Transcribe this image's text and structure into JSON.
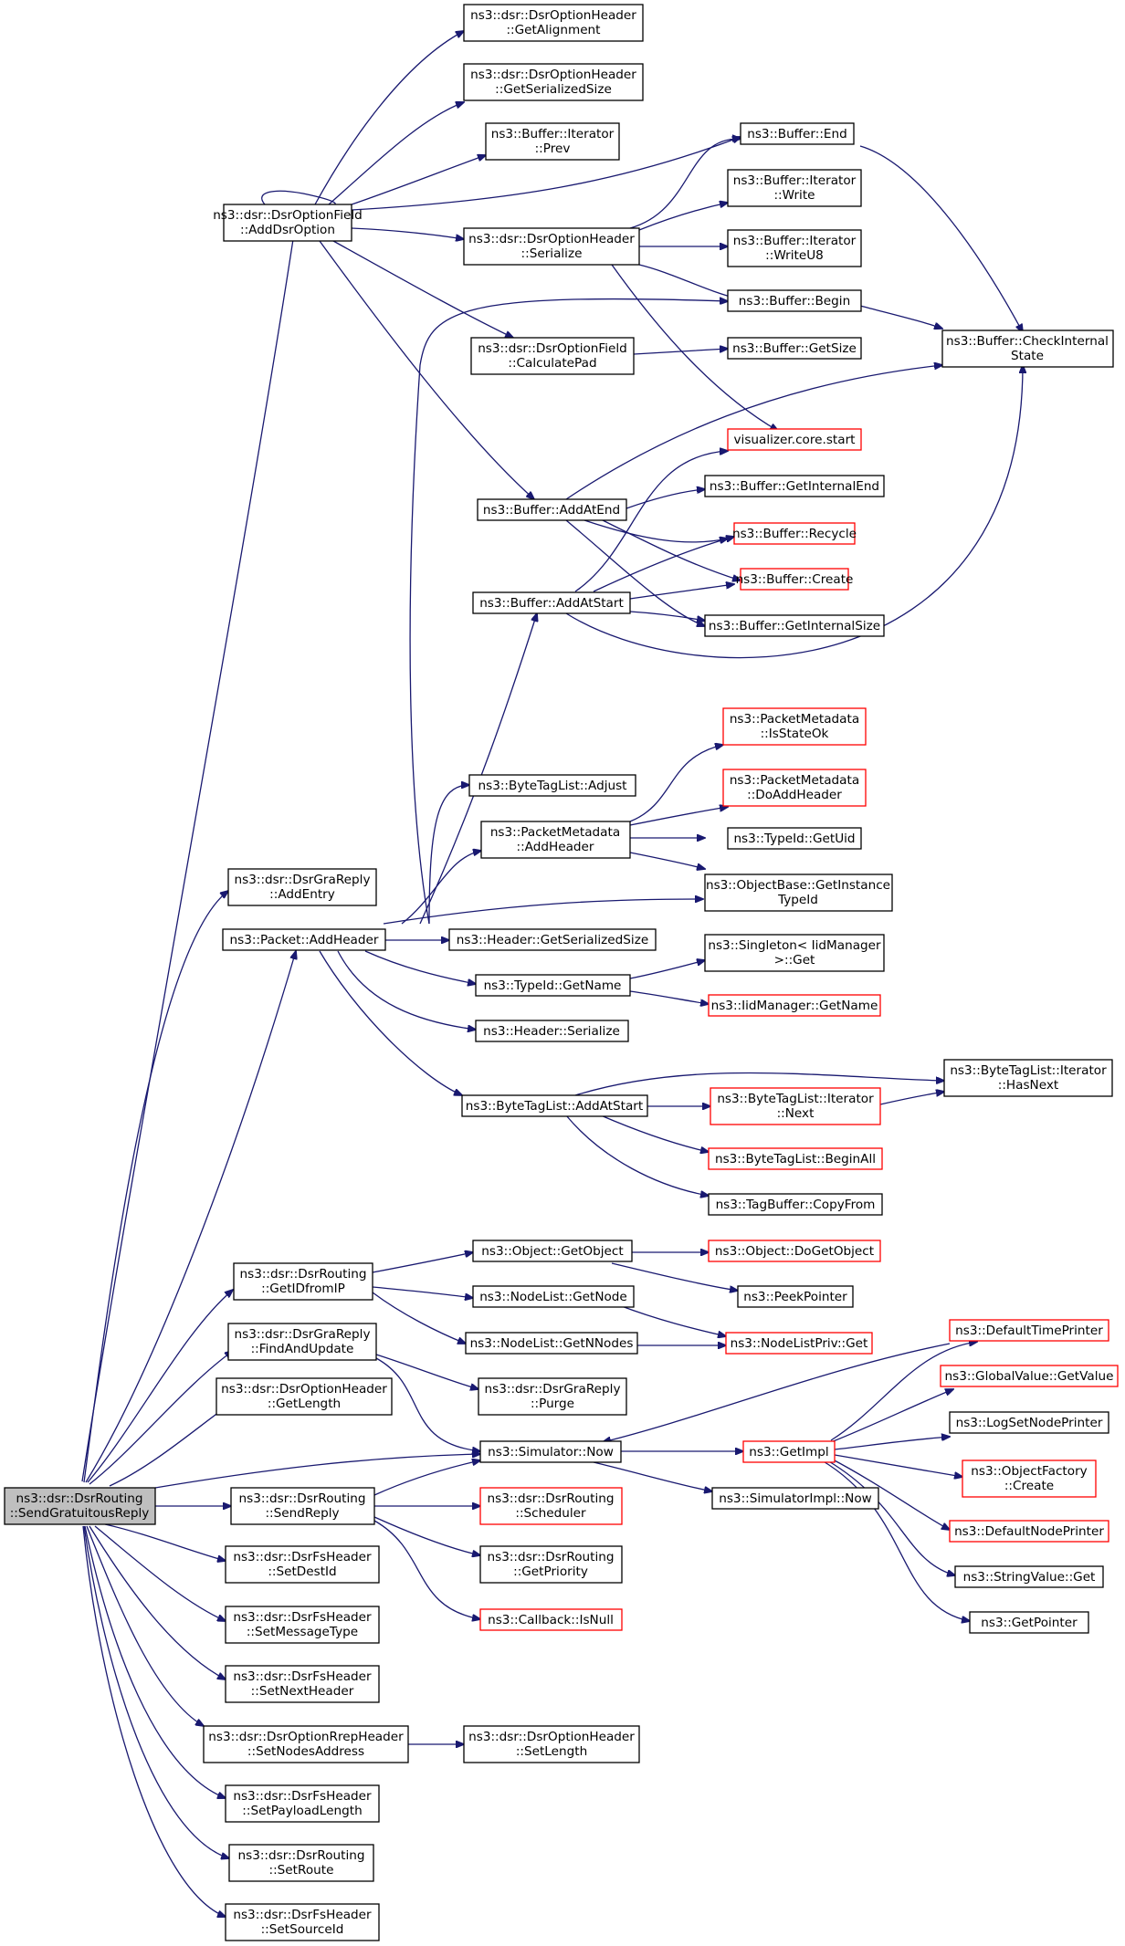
{
  "colors": {
    "edge": "#191970",
    "border": "#000000",
    "border_incomplete": "#ff0000",
    "root_fill": "#bfbfbf"
  },
  "nodes": {
    "root": [
      "ns3::dsr::DsrRouting",
      "::SendGratuitousReply"
    ],
    "addDsrOption": [
      "ns3::dsr::DsrOptionField",
      "::AddDsrOption"
    ],
    "getAlignment": [
      "ns3::dsr::DsrOptionHeader",
      "::GetAlignment"
    ],
    "getSerializedSizeOpt": [
      "ns3::dsr::DsrOptionHeader",
      "::GetSerializedSize"
    ],
    "iterPrev": [
      "ns3::Buffer::Iterator",
      "::Prev"
    ],
    "bufEnd": [
      "ns3::Buffer::End"
    ],
    "iterWrite": [
      "ns3::Buffer::Iterator",
      "::Write"
    ],
    "optSerialize": [
      "ns3::dsr::DsrOptionHeader",
      "::Serialize"
    ],
    "iterWriteU8": [
      "ns3::Buffer::Iterator",
      "::WriteU8"
    ],
    "bufBegin": [
      "ns3::Buffer::Begin"
    ],
    "checkInternal": [
      "ns3::Buffer::CheckInternal",
      "State"
    ],
    "calcPad": [
      "ns3::dsr::DsrOptionField",
      "::CalculatePad"
    ],
    "bufGetSize": [
      "ns3::Buffer::GetSize"
    ],
    "vizStart": [
      "visualizer.core.start"
    ],
    "bufGetInternalEnd": [
      "ns3::Buffer::GetInternalEnd"
    ],
    "bufAddAtEnd": [
      "ns3::Buffer::AddAtEnd"
    ],
    "bufRecycle": [
      "ns3::Buffer::Recycle"
    ],
    "bufCreate": [
      "ns3::Buffer::Create"
    ],
    "bufAddAtStart": [
      "ns3::Buffer::AddAtStart"
    ],
    "bufGetInternalSize": [
      "ns3::Buffer::GetInternalSize"
    ],
    "pmIsStateOk": [
      "ns3::PacketMetadata",
      "::IsStateOk"
    ],
    "pmDoAddHeader": [
      "ns3::PacketMetadata",
      "::DoAddHeader"
    ],
    "btlAdjust": [
      "ns3::ByteTagList::Adjust"
    ],
    "pmAddHeader": [
      "ns3::PacketMetadata",
      "::AddHeader"
    ],
    "typeIdGetUid": [
      "ns3::TypeId::GetUid"
    ],
    "graAddEntry": [
      "ns3::dsr::DsrGraReply",
      "::AddEntry"
    ],
    "objGetInstanceTypeId": [
      "ns3::ObjectBase::GetInstance",
      "TypeId"
    ],
    "pktAddHeader": [
      "ns3::Packet::AddHeader"
    ],
    "hdrGetSerializedSize": [
      "ns3::Header::GetSerializedSize"
    ],
    "singletonGet": [
      "ns3::Singleton< IidManager",
      ">::Get"
    ],
    "typeIdGetName": [
      "ns3::TypeId::GetName"
    ],
    "iidGetName": [
      "ns3::IidManager::GetName"
    ],
    "hdrSerialize": [
      "ns3::Header::Serialize"
    ],
    "btlIterHasNext": [
      "ns3::ByteTagList::Iterator",
      "::HasNext"
    ],
    "btlAddAtStart": [
      "ns3::ByteTagList::AddAtStart"
    ],
    "btlIterNext": [
      "ns3::ByteTagList::Iterator",
      "::Next"
    ],
    "btlBeginAll": [
      "ns3::ByteTagList::BeginAll"
    ],
    "tagBufCopyFrom": [
      "ns3::TagBuffer::CopyFrom"
    ],
    "getIdFromIp": [
      "ns3::dsr::DsrRouting",
      "::GetIDfromIP"
    ],
    "objGetObject": [
      "ns3::Object::GetObject"
    ],
    "objDoGetObject": [
      "ns3::Object::DoGetObject"
    ],
    "peekPointer": [
      "ns3::PeekPointer"
    ],
    "nodeListGetNode": [
      "ns3::NodeList::GetNode"
    ],
    "graFindAndUpdate": [
      "ns3::dsr::DsrGraReply",
      "::FindAndUpdate"
    ],
    "nodeListGetNNodes": [
      "ns3::NodeList::GetNNodes"
    ],
    "nodeListPrivGet": [
      "ns3::NodeListPriv::Get"
    ],
    "defaultTimePrinter": [
      "ns3::DefaultTimePrinter"
    ],
    "optGetLength": [
      "ns3::dsr::DsrOptionHeader",
      "::GetLength"
    ],
    "graPurge": [
      "ns3::dsr::DsrGraReply",
      "::Purge"
    ],
    "globalGetValue": [
      "ns3::GlobalValue::GetValue"
    ],
    "logSetNodePrinter": [
      "ns3::LogSetNodePrinter"
    ],
    "simNow": [
      "ns3::Simulator::Now"
    ],
    "getImpl": [
      "ns3::GetImpl"
    ],
    "objFactoryCreate": [
      "ns3::ObjectFactory",
      "::Create"
    ],
    "simImplNow": [
      "ns3::SimulatorImpl::Now"
    ],
    "sendReply": [
      "ns3::dsr::DsrRouting",
      "::SendReply"
    ],
    "scheduler": [
      "ns3::dsr::DsrRouting",
      "::Scheduler"
    ],
    "defaultNodePrinter": [
      "ns3::DefaultNodePrinter"
    ],
    "stringValueGet": [
      "ns3::StringValue::Get"
    ],
    "getPriority": [
      "ns3::dsr::DsrRouting",
      "::GetPriority"
    ],
    "setDestId": [
      "ns3::dsr::DsrFsHeader",
      "::SetDestId"
    ],
    "getPointer": [
      "ns3::GetPointer"
    ],
    "callbackIsNull": [
      "ns3::Callback::IsNull"
    ],
    "setMessageType": [
      "ns3::dsr::DsrFsHeader",
      "::SetMessageType"
    ],
    "setNextHeader": [
      "ns3::dsr::DsrFsHeader",
      "::SetNextHeader"
    ],
    "setNodesAddress": [
      "ns3::dsr::DsrOptionRrepHeader",
      "::SetNodesAddress"
    ],
    "optSetLength": [
      "ns3::dsr::DsrOptionHeader",
      "::SetLength"
    ],
    "setPayloadLength": [
      "ns3::dsr::DsrFsHeader",
      "::SetPayloadLength"
    ],
    "setRoute": [
      "ns3::dsr::DsrRouting",
      "::SetRoute"
    ],
    "setSourceId": [
      "ns3::dsr::DsrFsHeader",
      "::SetSourceId"
    ]
  }
}
